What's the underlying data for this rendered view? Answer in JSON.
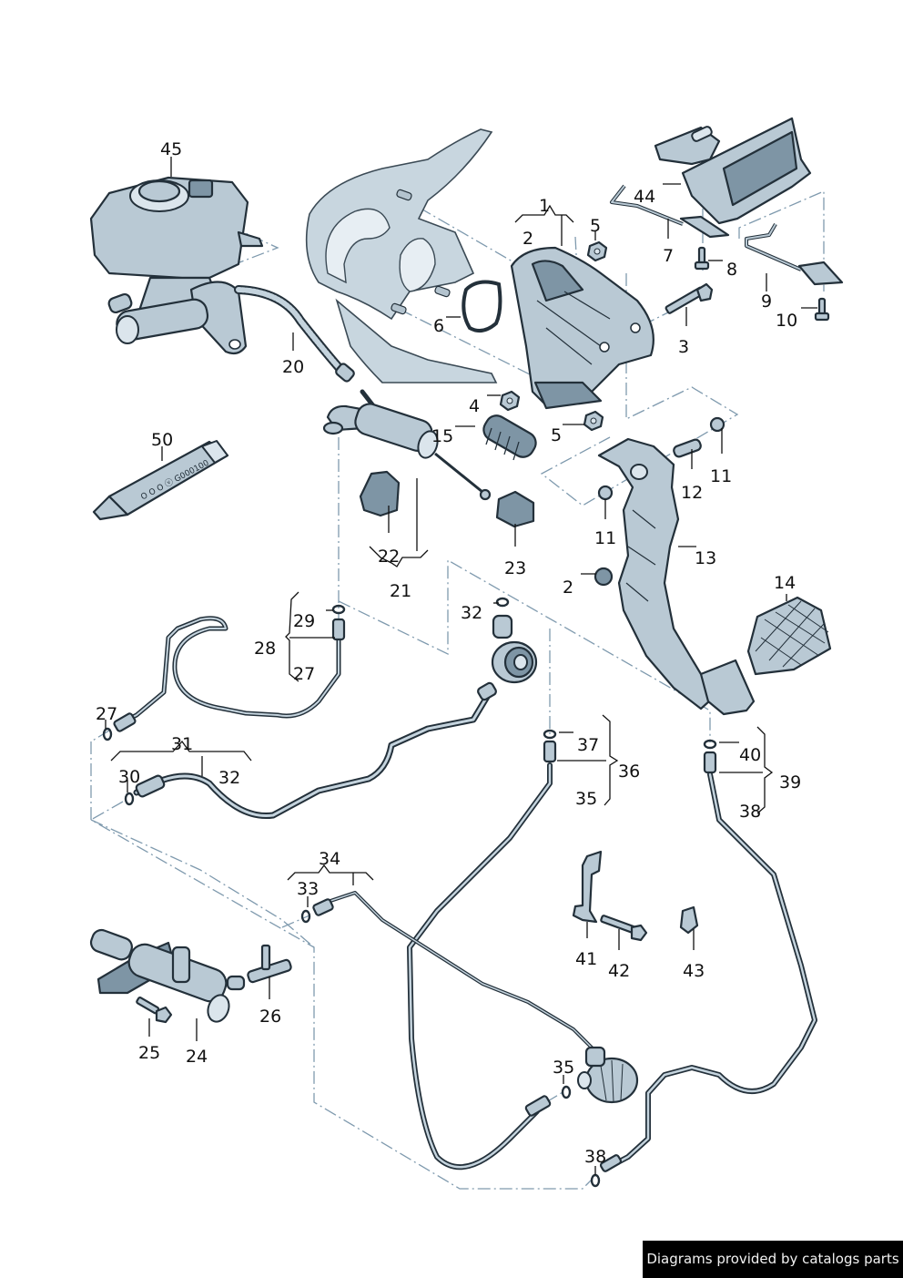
{
  "diagram": {
    "title": "Clutch pedal, master cylinder, slave cylinder and hydraulic lines",
    "tube_marking": {
      "logos": "VW / Audi rings",
      "code": "G000100"
    },
    "parts": [
      {
        "id": "p1",
        "number": "1"
      },
      {
        "id": "p2a",
        "number": "2"
      },
      {
        "id": "p2b",
        "number": "2"
      },
      {
        "id": "p3",
        "number": "3"
      },
      {
        "id": "p4",
        "number": "4"
      },
      {
        "id": "p5a",
        "number": "5"
      },
      {
        "id": "p5b",
        "number": "5"
      },
      {
        "id": "p6",
        "number": "6"
      },
      {
        "id": "p7",
        "number": "7"
      },
      {
        "id": "p8",
        "number": "8"
      },
      {
        "id": "p9",
        "number": "9"
      },
      {
        "id": "p10",
        "number": "10"
      },
      {
        "id": "p11a",
        "number": "11"
      },
      {
        "id": "p11b",
        "number": "11"
      },
      {
        "id": "p12",
        "number": "12"
      },
      {
        "id": "p13",
        "number": "13"
      },
      {
        "id": "p14",
        "number": "14"
      },
      {
        "id": "p15",
        "number": "15"
      },
      {
        "id": "p20",
        "number": "20"
      },
      {
        "id": "p21",
        "number": "21"
      },
      {
        "id": "p22",
        "number": "22"
      },
      {
        "id": "p23",
        "number": "23"
      },
      {
        "id": "p24",
        "number": "24"
      },
      {
        "id": "p25",
        "number": "25"
      },
      {
        "id": "p26",
        "number": "26"
      },
      {
        "id": "p27a",
        "number": "27"
      },
      {
        "id": "p27b",
        "number": "27"
      },
      {
        "id": "p28",
        "number": "28"
      },
      {
        "id": "p29",
        "number": "29"
      },
      {
        "id": "p30",
        "number": "30"
      },
      {
        "id": "p31",
        "number": "31"
      },
      {
        "id": "p32a",
        "number": "32"
      },
      {
        "id": "p32b",
        "number": "32"
      },
      {
        "id": "p33",
        "number": "33"
      },
      {
        "id": "p34",
        "number": "34"
      },
      {
        "id": "p35a",
        "number": "35"
      },
      {
        "id": "p35b",
        "number": "35"
      },
      {
        "id": "p36",
        "number": "36"
      },
      {
        "id": "p37",
        "number": "37"
      },
      {
        "id": "p38a",
        "number": "38"
      },
      {
        "id": "p38b",
        "number": "38"
      },
      {
        "id": "p39",
        "number": "39"
      },
      {
        "id": "p40",
        "number": "40"
      },
      {
        "id": "p41",
        "number": "41"
      },
      {
        "id": "p42",
        "number": "42"
      },
      {
        "id": "p43",
        "number": "43"
      },
      {
        "id": "p44",
        "number": "44"
      },
      {
        "id": "p45",
        "number": "45"
      },
      {
        "id": "p50",
        "number": "50"
      }
    ]
  },
  "footer": {
    "credit": "Diagrams provided by catalogs parts"
  },
  "colors": {
    "part_fill": "#b9c9d4",
    "part_outline": "#23303a",
    "center_line": "#7f9aae",
    "credit_background": "#000000",
    "credit_text": "#f2f2f2"
  }
}
